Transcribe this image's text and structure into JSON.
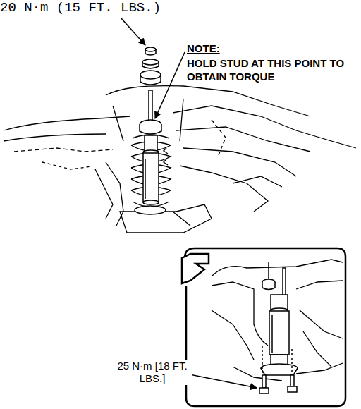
{
  "diagram": {
    "labels": [
      "20 N·m (15 FT. LBS.)",
      "NOTE:",
      "HOLD STUD AT THIS POINT TO OBTAIN TORQUE",
      "25 N·m [18 FT. LBS.]"
    ]
  }
}
